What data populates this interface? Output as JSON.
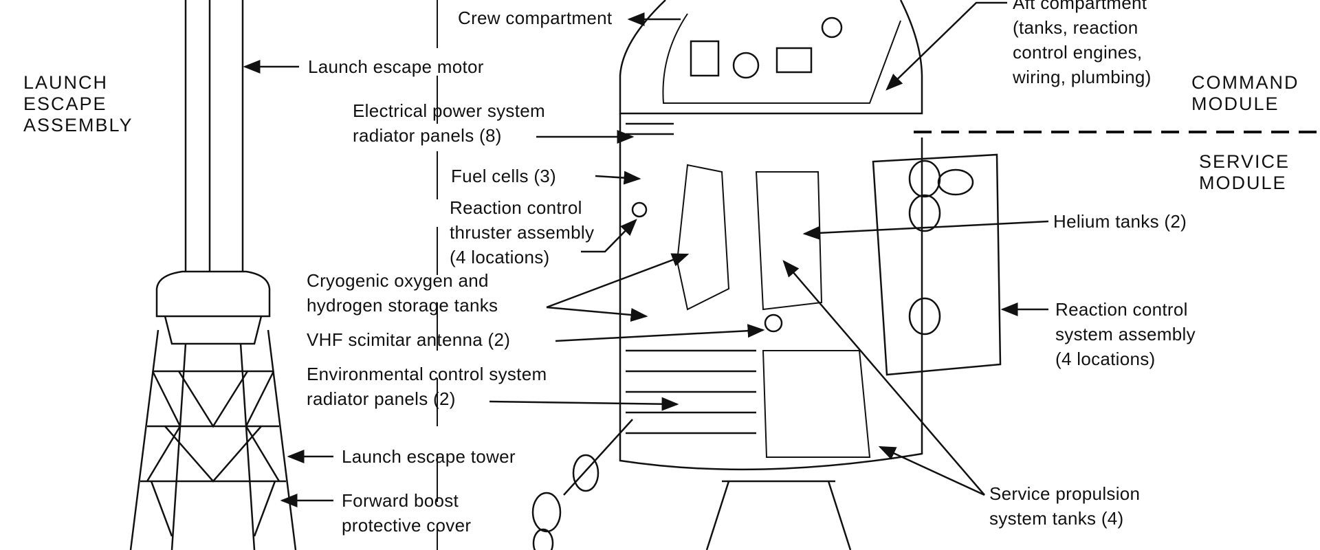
{
  "sections": {
    "launch_escape_assembly": [
      "LAUNCH",
      "ESCAPE",
      "ASSEMBLY"
    ],
    "command_module": [
      "COMMAND",
      "MODULE"
    ],
    "service_module": [
      "SERVICE",
      "MODULE"
    ]
  },
  "labels": {
    "crew_compartment": [
      "Crew compartment"
    ],
    "launch_escape_motor": [
      "Launch escape motor"
    ],
    "eps_radiators": [
      "Electrical power system",
      "radiator panels (8)"
    ],
    "fuel_cells": [
      "Fuel cells (3)"
    ],
    "rcs_thruster": [
      "Reaction control",
      "thruster assembly",
      "(4 locations)"
    ],
    "cryo_tanks": [
      "Cryogenic oxygen and",
      "hydrogen storage tanks"
    ],
    "vhf_antenna": [
      "VHF scimitar antenna (2)"
    ],
    "ecs_radiators": [
      "Environmental control system",
      "radiator panels (2)"
    ],
    "launch_escape_tower": [
      "Launch escape tower"
    ],
    "forward_boost_cover": [
      "Forward boost",
      "protective cover"
    ],
    "aft_compartment": [
      "Aft compartment",
      "(tanks, reaction",
      "control engines,",
      "wiring, plumbing)"
    ],
    "helium_tanks": [
      "Helium tanks (2)"
    ],
    "rcs_assembly": [
      "Reaction control",
      "system assembly",
      "(4 locations)"
    ],
    "sps_tanks": [
      "Service propulsion",
      "system tanks (4)"
    ]
  }
}
